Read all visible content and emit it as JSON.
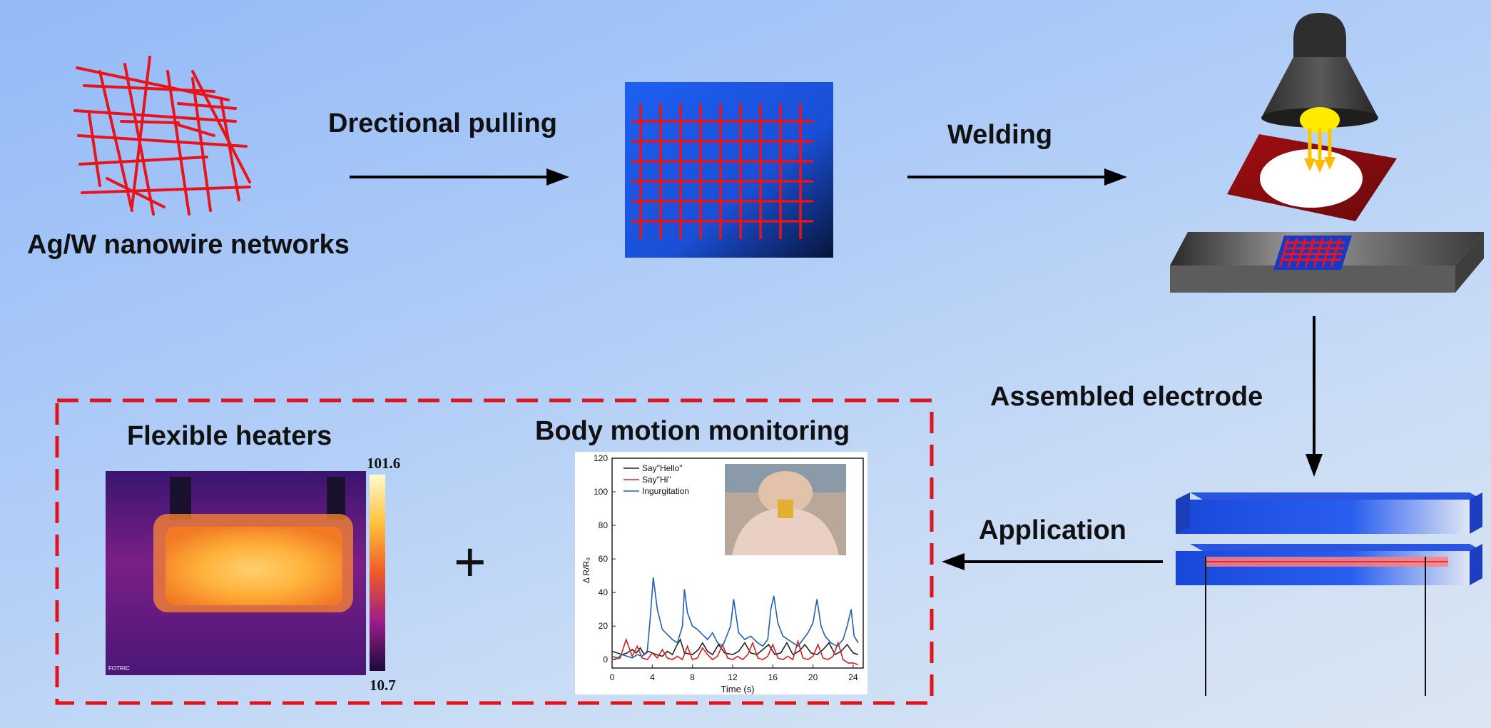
{
  "labels": {
    "nanowire": "Ag/W nanowire networks",
    "pulling": "Drectional pulling",
    "welding": "Welding",
    "assembled": "Assembled electrode",
    "application": "Application",
    "heaters": "Flexible heaters",
    "monitoring": "Body motion monitoring",
    "plus": "+"
  },
  "thermal": {
    "max": "101.6",
    "min": "10.7",
    "brand": "FOTRIC"
  },
  "colors": {
    "wire": "#e8141c",
    "substrate": "#1f5fe6",
    "dashed_box": "#e0141c"
  },
  "chart_data": {
    "type": "line",
    "xlabel": "Time (s)",
    "ylabel": "Δ R/R₀",
    "xlim": [
      0,
      25
    ],
    "ylim": [
      -5,
      120
    ],
    "xticks": [
      0,
      4,
      8,
      12,
      16,
      20,
      24
    ],
    "yticks": [
      0,
      20,
      40,
      60,
      80,
      100,
      120
    ],
    "series": [
      {
        "name": "Say\"Hello\"",
        "color": "#222222",
        "x": [
          0,
          1,
          1.5,
          2,
          2.4,
          2.8,
          3.2,
          3.6,
          4.4,
          5,
          5.5,
          6,
          6.4,
          6.8,
          7.2,
          8,
          8.6,
          9,
          9.5,
          10,
          10.6,
          11.2,
          12,
          12.6,
          13.2,
          13.8,
          14.4,
          15,
          15.6,
          16.2,
          16.8,
          17.4,
          18,
          18.6,
          19.2,
          19.8,
          20.4,
          21,
          21.6,
          22.2,
          22.8,
          23.4,
          24,
          24.5
        ],
        "y": [
          5,
          3,
          4,
          6,
          4,
          7,
          3,
          5,
          3,
          2,
          5,
          3,
          8,
          12,
          4,
          3,
          6,
          10,
          5,
          3,
          9,
          4,
          3,
          5,
          10,
          4,
          3,
          6,
          9,
          3,
          4,
          10,
          3,
          5,
          9,
          4,
          3,
          6,
          10,
          3,
          5,
          9,
          4,
          3
        ]
      },
      {
        "name": "Say\"Hi\"",
        "color": "#d62020",
        "x": [
          0,
          0.8,
          1.4,
          2,
          2.5,
          3,
          3.5,
          4,
          4.5,
          5,
          5.5,
          6,
          6.5,
          7,
          7.5,
          8,
          8.5,
          9,
          9.5,
          10,
          10.5,
          11,
          11.5,
          12,
          12.5,
          13,
          13.5,
          14,
          14.5,
          15,
          15.5,
          16,
          16.5,
          17,
          17.5,
          18,
          18.5,
          19,
          19.5,
          20,
          20.5,
          21,
          21.5,
          22,
          22.5,
          23,
          23.5,
          24,
          24.5
        ],
        "y": [
          0,
          1,
          12,
          2,
          8,
          1,
          0,
          4,
          1,
          6,
          1,
          0,
          2,
          0,
          8,
          0,
          1,
          7,
          3,
          0,
          2,
          9,
          1,
          0,
          2,
          0,
          3,
          10,
          1,
          0,
          2,
          9,
          1,
          0,
          2,
          0,
          11,
          1,
          0,
          2,
          9,
          1,
          0,
          2,
          10,
          0,
          -2,
          -2,
          -3
        ]
      },
      {
        "name": "Ingurgitation",
        "color": "#1f5fb4",
        "x": [
          0,
          0.5,
          1,
          1.5,
          2,
          2.5,
          3,
          3.5,
          3.8,
          4.1,
          4.5,
          5,
          5.5,
          6,
          6.5,
          7,
          7.2,
          7.5,
          8,
          8.5,
          9,
          9.5,
          10,
          10.5,
          11,
          11.4,
          11.8,
          12.1,
          12.6,
          13.2,
          13.8,
          14.5,
          15,
          15.5,
          15.8,
          16.1,
          16.5,
          17,
          17.5,
          18,
          18.5,
          19,
          19.5,
          20,
          20.4,
          20.8,
          21.2,
          21.8,
          22.4,
          23,
          23.4,
          23.8,
          24.1,
          24.5
        ],
        "y": [
          2,
          1,
          3,
          2,
          1,
          3,
          2,
          5,
          25,
          49,
          30,
          18,
          15,
          12,
          10,
          20,
          42,
          28,
          20,
          18,
          15,
          12,
          16,
          10,
          8,
          14,
          20,
          36,
          16,
          12,
          14,
          10,
          8,
          12,
          30,
          38,
          22,
          14,
          12,
          10,
          8,
          12,
          16,
          22,
          36,
          20,
          14,
          10,
          8,
          12,
          20,
          30,
          14,
          10
        ]
      }
    ]
  }
}
